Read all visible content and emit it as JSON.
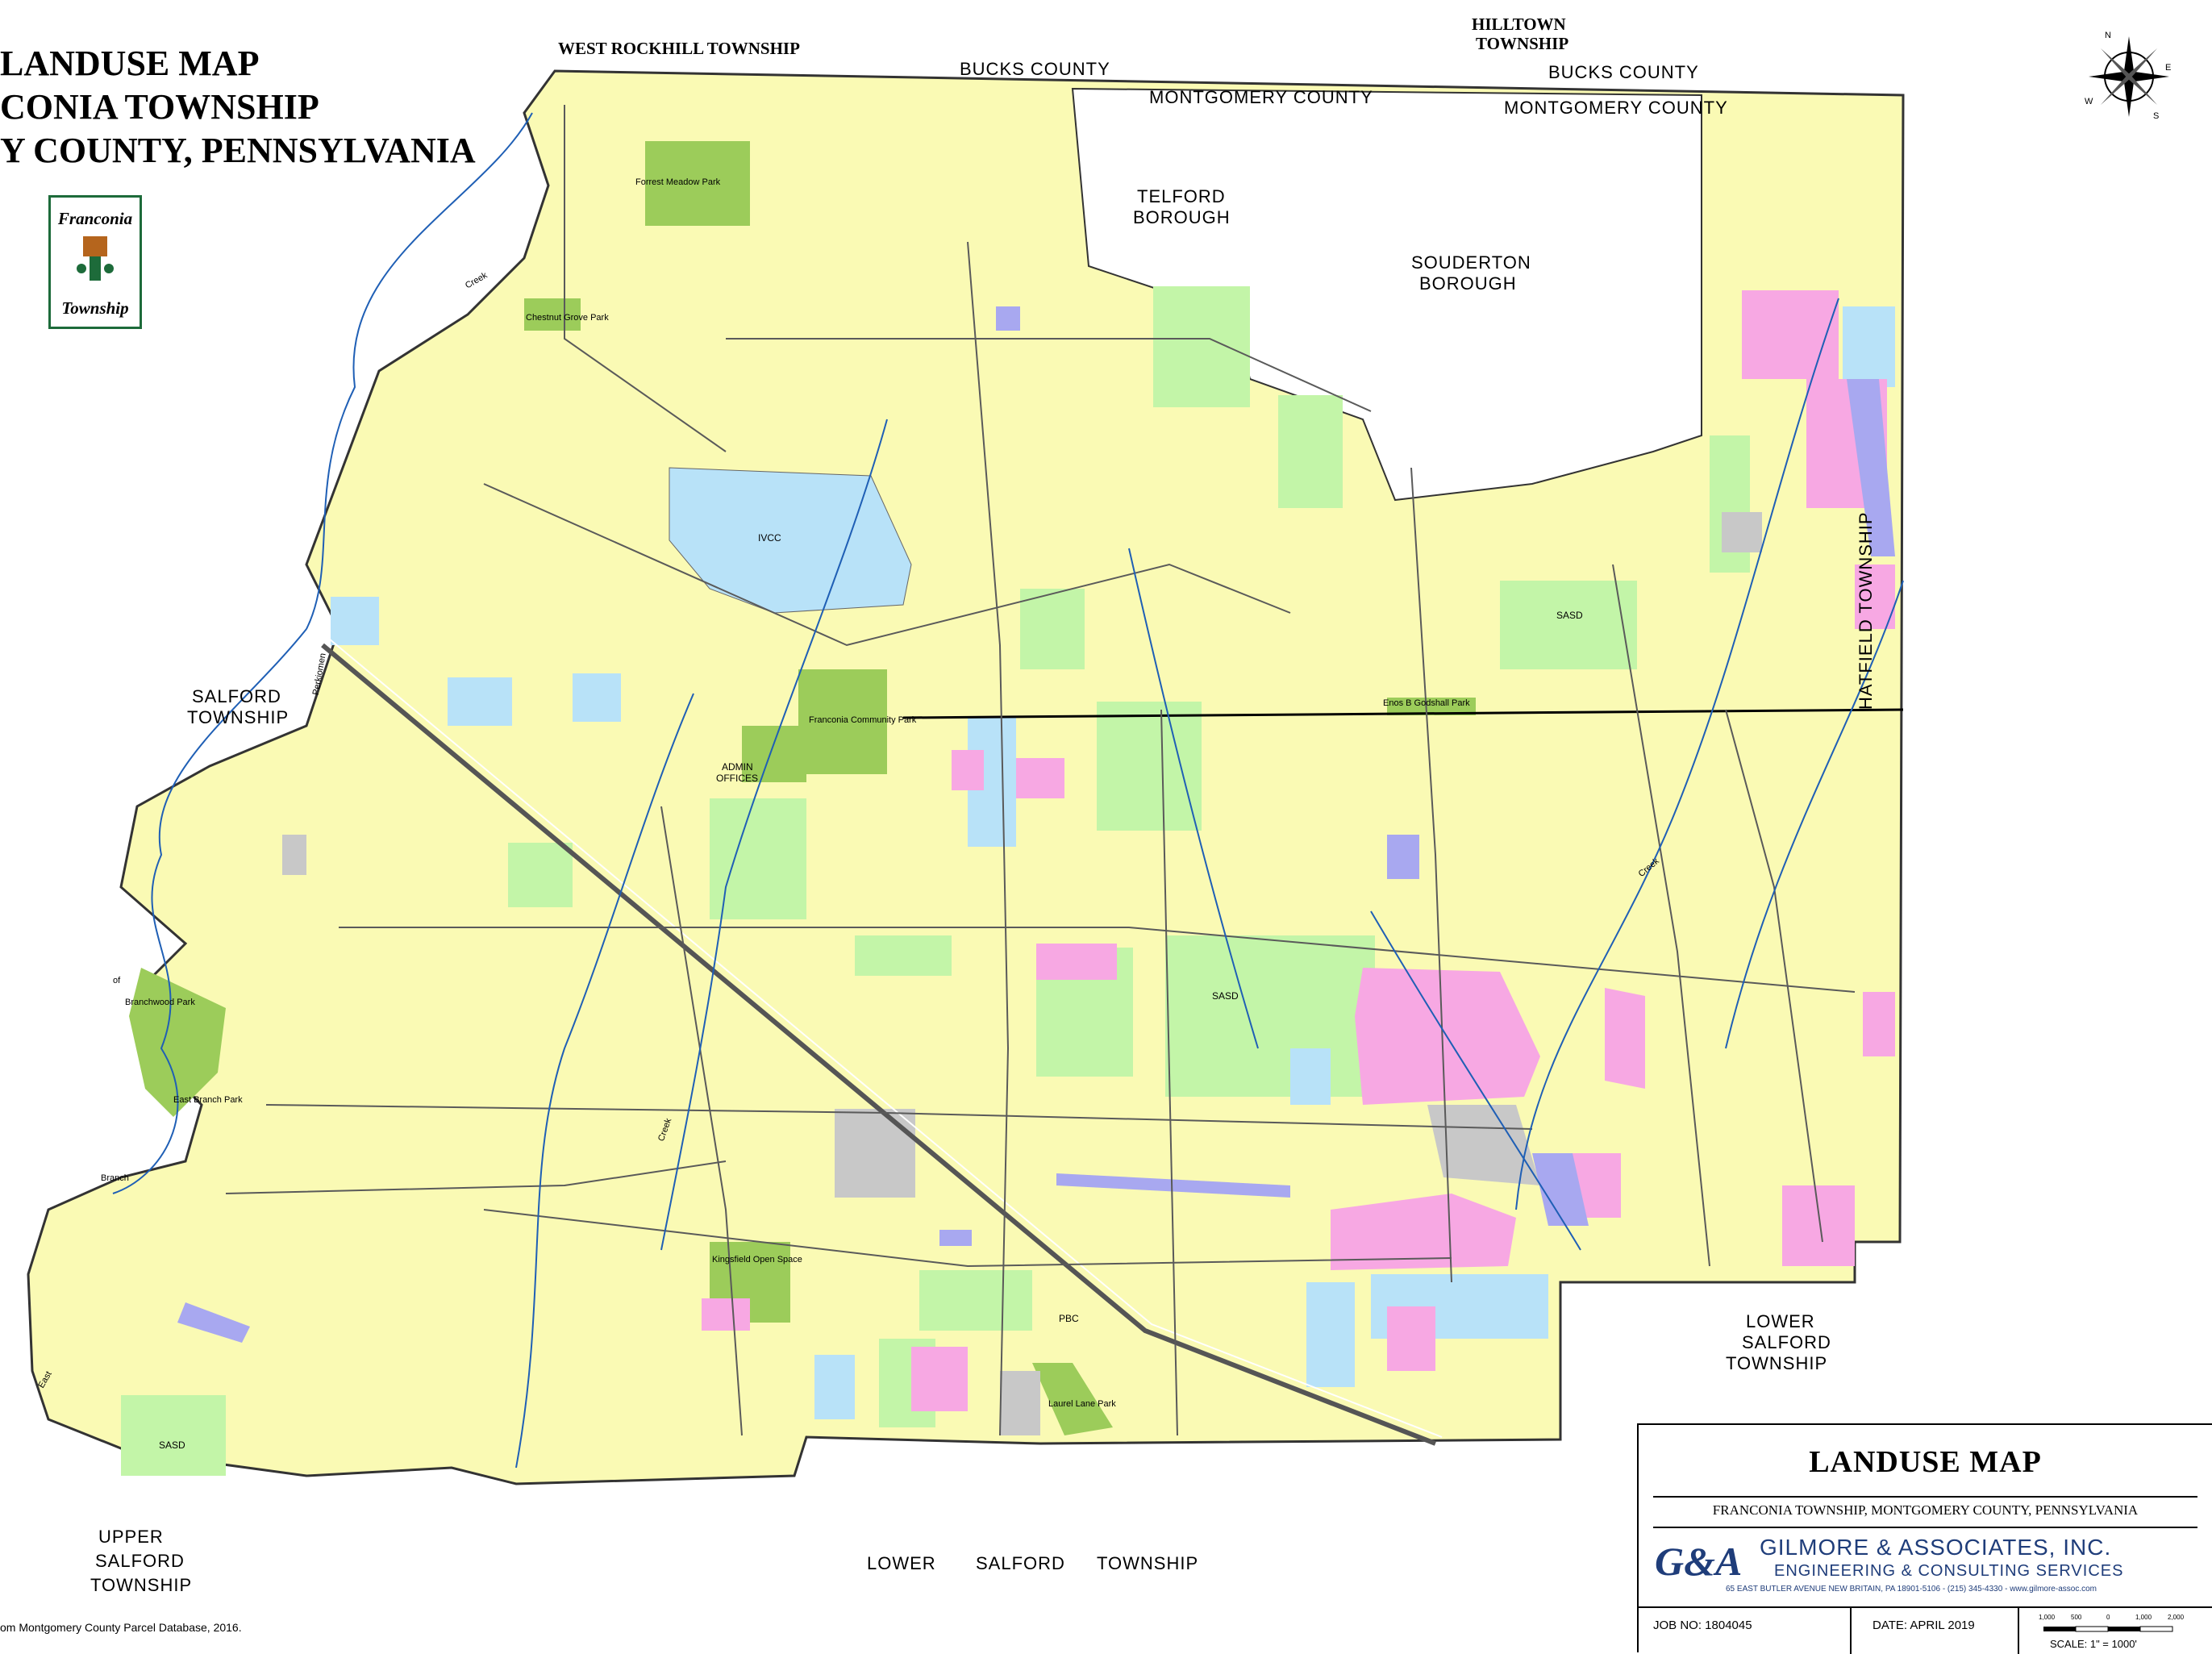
{
  "title": {
    "line1": "LANDUSE MAP",
    "line2": "CONIA TOWNSHIP",
    "line3": "Y COUNTY, PENNSYLVANIA"
  },
  "logo": {
    "top": "Franconia",
    "bottom": "Township"
  },
  "places": {
    "west_rockhill": "WEST ROCKHILL TOWNSHIP",
    "hilltown_1": "HILLTOWN",
    "hilltown_2": "TOWNSHIP",
    "bucks_west": "BUCKS COUNTY",
    "bucks_east": "BUCKS COUNTY",
    "montgomery_west": "MONTGOMERY COUNTY",
    "montgomery_east": "MONTGOMERY COUNTY",
    "telford_1": "TELFORD",
    "telford_2": "BOROUGH",
    "souderton_1": "SOUDERTON",
    "souderton_2": "BOROUGH",
    "salford_1": "SALFORD",
    "salford_2": "TOWNSHIP",
    "hatfield": "HATFIELD    TOWNSHIP",
    "lower_salford_e1": "LOWER",
    "lower_salford_e2": "SALFORD",
    "lower_salford_e3": "TOWNSHIP",
    "lower_salford_s1": "LOWER",
    "lower_salford_s2": "SALFORD",
    "lower_salford_s3": "TOWNSHIP",
    "upper_salford_1": "UPPER",
    "upper_salford_2": "SALFORD",
    "upper_salford_3": "TOWNSHIP"
  },
  "features": {
    "ivcc": "IVCC",
    "forrest_meadow": "Forrest Meadow Park",
    "chestnut_grove": "Chestnut Grove Park",
    "franconia_community": "Franconia Community Park",
    "admin_1": "ADMIN",
    "admin_2": "OFFICES",
    "sasd_north": "SASD",
    "sasd_central": "SASD",
    "sasd_southwest": "SASD",
    "enos": "Enos B Godshall Park",
    "branchwood": "Branchwood Park",
    "east_branch": "East Branch Park",
    "kingsfield": "Kingsfield Open Space",
    "pbc": "PBC",
    "laurel_lane": "Laurel Lane Park",
    "creek_1": "Creek",
    "creek_2": "Creek",
    "creek_3": "Creek",
    "branch": "Branch",
    "perkiomen": "Perkiomen",
    "east": "East",
    "of": "of"
  },
  "compass": {
    "n": "N",
    "e": "E",
    "s": "S",
    "w": "W"
  },
  "title_block": {
    "title": "LANDUSE MAP",
    "subtitle": "FRANCONIA TOWNSHIP, MONTGOMERY COUNTY, PENNSYLVANIA",
    "logo": "G&A",
    "firm": "GILMORE & ASSOCIATES, INC.",
    "services": "ENGINEERING & CONSULTING SERVICES",
    "address": "65 EAST BUTLER AVENUE NEW BRITAIN, PA 18901-5106 - (215) 345-4330 - www.gilmore-assoc.com",
    "job": "JOB NO:  1804045",
    "date": "DATE:  APRIL 2019",
    "scale": "SCALE: 1\" = 1000'",
    "scale_ticks": [
      "1,000",
      "500",
      "0",
      "1,000",
      "2,000"
    ]
  },
  "source_note": "om Montgomery County Parcel Database, 2016.",
  "colors": {
    "residential": "#fafab4",
    "open_space": "#c3f5a8",
    "park": "#9ccc5a",
    "institutional": "#b8e2f8",
    "commercial": "#f7a8e3",
    "industrial": "#c8c8c8",
    "utility": "#a8a8f0",
    "stream": "#1f5fb5",
    "road": "#5a5a5a"
  }
}
